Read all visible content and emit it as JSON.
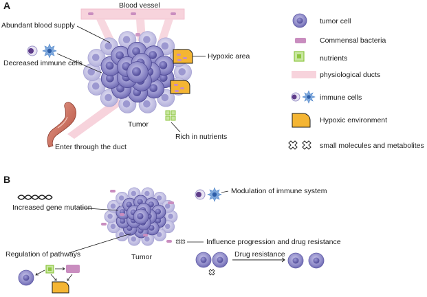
{
  "panel_a": {
    "label": "A",
    "blood_vessel": "Blood vessel",
    "abundant_blood_supply": "Abundant blood supply",
    "decreased_immune_cells": "Decreased immune cells",
    "hypoxic_area": "Hypoxic area",
    "tumor": "Tumor",
    "rich_in_nutrients": "Rich in nutrients",
    "enter_through_duct": "Enter through the duct"
  },
  "legend": {
    "items": [
      {
        "label": "tumor cell",
        "icon": "tumor-cell-icon"
      },
      {
        "label": "Commensal  bacteria",
        "icon": "bacteria-icon"
      },
      {
        "label": "nutrients",
        "icon": "nutrient-icon"
      },
      {
        "label": "physiological ducts",
        "icon": "duct-icon"
      },
      {
        "label": "immune  cells",
        "icon": "immune-cells-icon"
      },
      {
        "label": "Hypoxic  environment",
        "icon": "hypoxic-environment-icon"
      },
      {
        "label": "small molecules and metabolites",
        "icon": "small-molecules-icon"
      }
    ]
  },
  "panel_b": {
    "label": "B",
    "increased_gene_mutation": "Increased gene mutation",
    "modulation_immune": "Modulation of immune system",
    "regulation_pathways": "Regulation of pathways",
    "tumor": "Tumor",
    "influence_progression": "Influence progression and drug resistance",
    "drug_resistance": "Drug resistance"
  },
  "colors": {
    "tumor_cell": "#8e8ac8",
    "tumor_nucleus": "#5e5aa6",
    "bacteria": "#c98dbf",
    "nutrient": "#8dc63f",
    "duct": "#f7d3dc",
    "hypoxic": "#f4b533",
    "immune_blue": "#4a82c8"
  }
}
